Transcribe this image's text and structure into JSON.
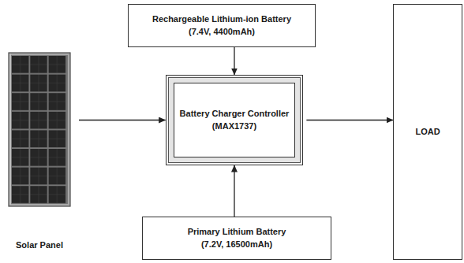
{
  "diagram": {
    "nodes": [
      {
        "text": [
          "Rechargeable Lithium-ion Battery",
          "(7.4V, 4400mAh)"
        ]
      },
      {
        "text": [
          "Solar Panel"
        ]
      },
      {
        "text": [
          "Battery Charger Controller",
          "(MAX1737)"
        ]
      },
      {
        "text": [
          "LOAD"
        ]
      },
      {
        "text": [
          "Primary Lithium Battery",
          "(7.2V, 16500mAh)"
        ]
      }
    ],
    "edges": [
      {
        "from": 1,
        "to": 2,
        "arrow": "to"
      },
      {
        "from": 0,
        "to": 2,
        "arrow": "to"
      },
      {
        "from": 4,
        "to": 2,
        "arrow": "to"
      },
      {
        "from": 2,
        "to": 3,
        "arrow": "to"
      }
    ]
  }
}
